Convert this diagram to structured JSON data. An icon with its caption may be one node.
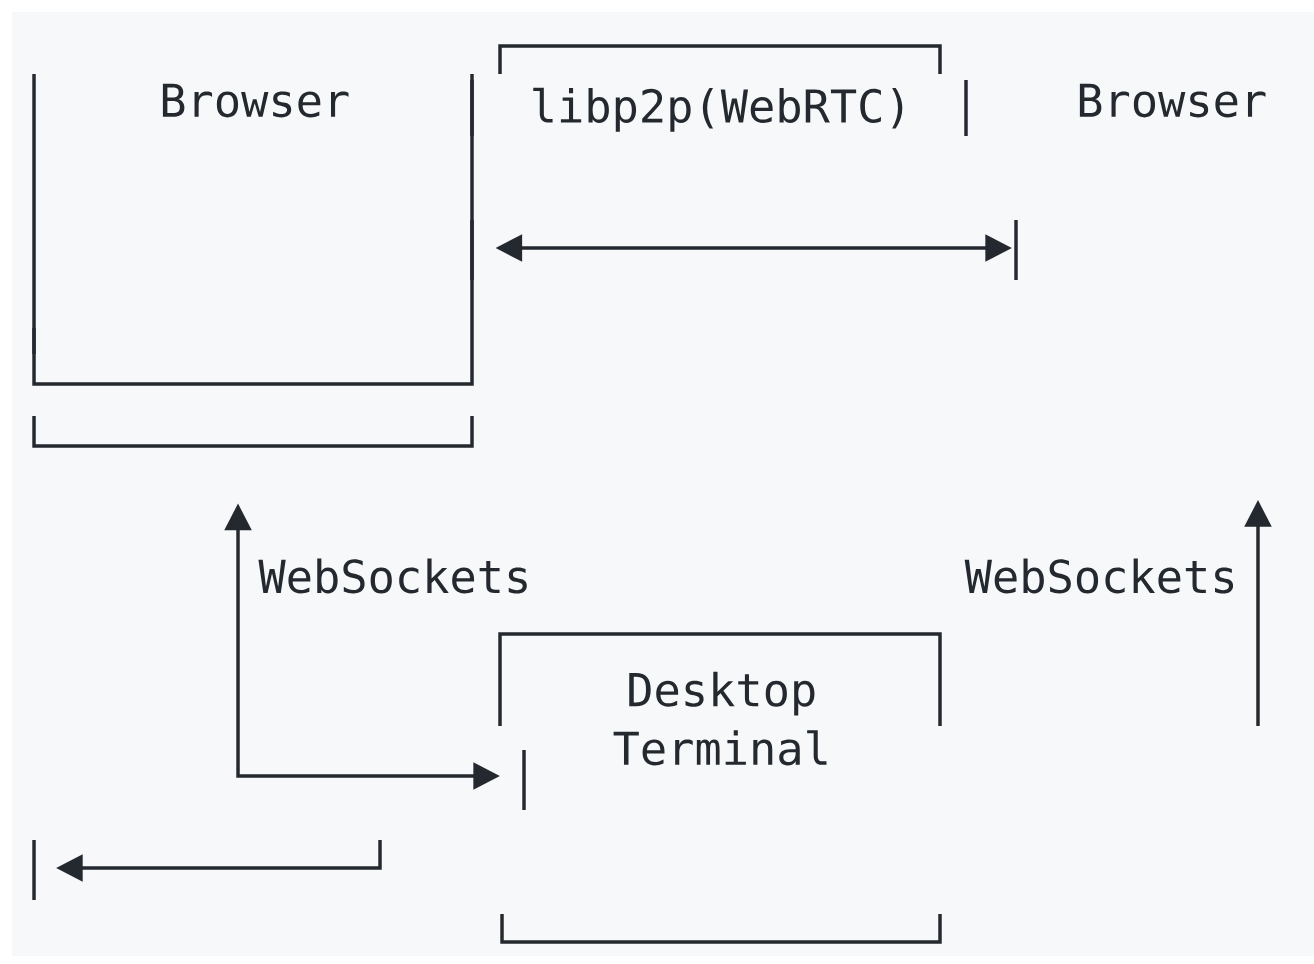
{
  "diagram": {
    "nodes": [
      {
        "text": [
          "Browser"
        ]
      },
      {
        "text": [
          "libp2p(WebRTC)"
        ]
      },
      {
        "text": [
          "Browser"
        ]
      },
      {
        "text": [
          "Desktop Terminal"
        ]
      }
    ],
    "edges": [
      {
        "from": 0,
        "to": 2,
        "arrow": "both"
      },
      {
        "from": 0,
        "to": 3,
        "arrow": "both",
        "label": "WebSockets"
      }
    ],
    "labels": [
      "WebSockets"
    ]
  }
}
